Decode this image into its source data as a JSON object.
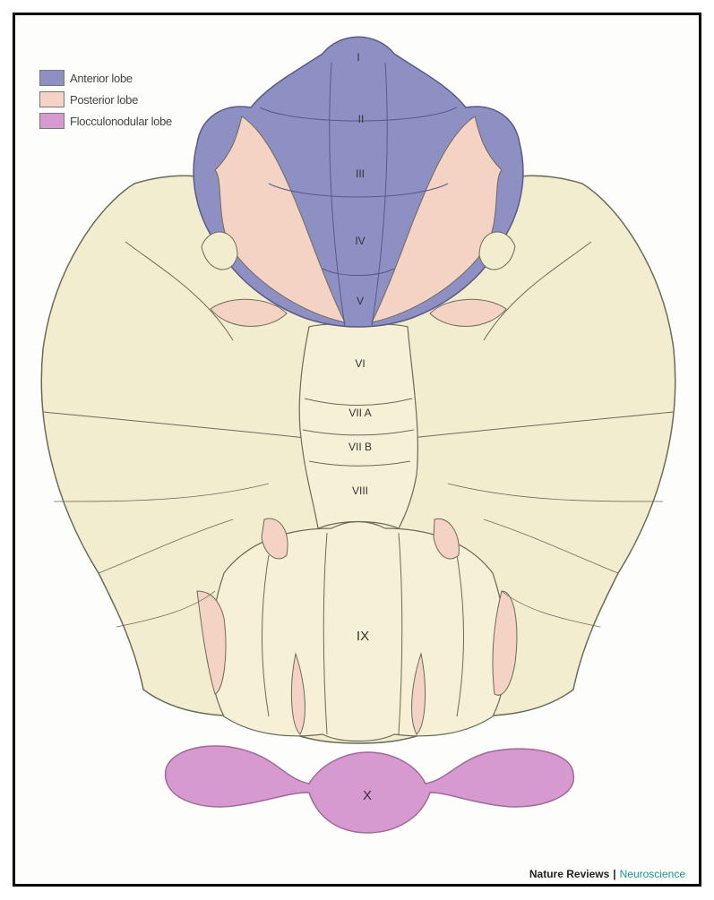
{
  "legend": {
    "items": [
      {
        "label": "Anterior lobe",
        "color": "#8e8fc3"
      },
      {
        "label": "Posterior lobe",
        "color": "#f5d3c4"
      },
      {
        "label": "Flocculonodular lobe",
        "color": "#d79ad0"
      }
    ]
  },
  "lobules": {
    "I": "I",
    "II": "II",
    "III": "III",
    "IV": "IV",
    "V": "V",
    "VI": "VI",
    "VIIA": "VII A",
    "VIIB": "VII B",
    "VIII": "VIII",
    "IX": "IX",
    "X": "X"
  },
  "credit": {
    "journal": "Nature Reviews",
    "separator": "|",
    "section": "Neuroscience"
  },
  "colors": {
    "anterior": "#8e8fc3",
    "posterior": "#f5d3c4",
    "flocculonodular": "#d79ad0",
    "cerebellum_body": "#f3edcf",
    "outline": "#6b6b5a"
  }
}
